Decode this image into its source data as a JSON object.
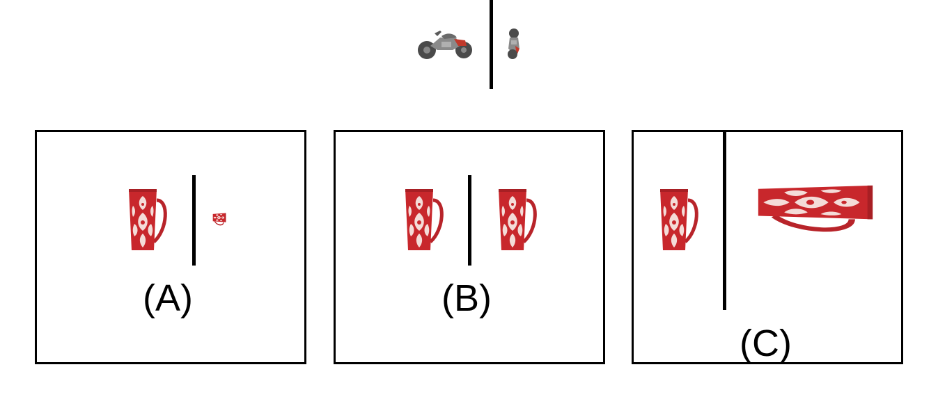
{
  "reference": {
    "left_object": "motorcycle-icon",
    "right_object": "motorcycle-rotated-icon"
  },
  "options": [
    {
      "label": "(A)",
      "left_object": "mug-icon",
      "right_object": "mug-lying-small-icon"
    },
    {
      "label": "(B)",
      "left_object": "mug-icon",
      "right_object": "mug-icon"
    },
    {
      "label": "(C)",
      "left_object": "mug-icon",
      "right_object": "mug-lying-large-icon"
    }
  ],
  "colors": {
    "mug_red": "#c8272c",
    "mug_pattern": "#f4dcd8",
    "motorcycle_dark": "#4a4a4a",
    "motorcycle_red": "#c0392b",
    "divider": "#000000"
  }
}
